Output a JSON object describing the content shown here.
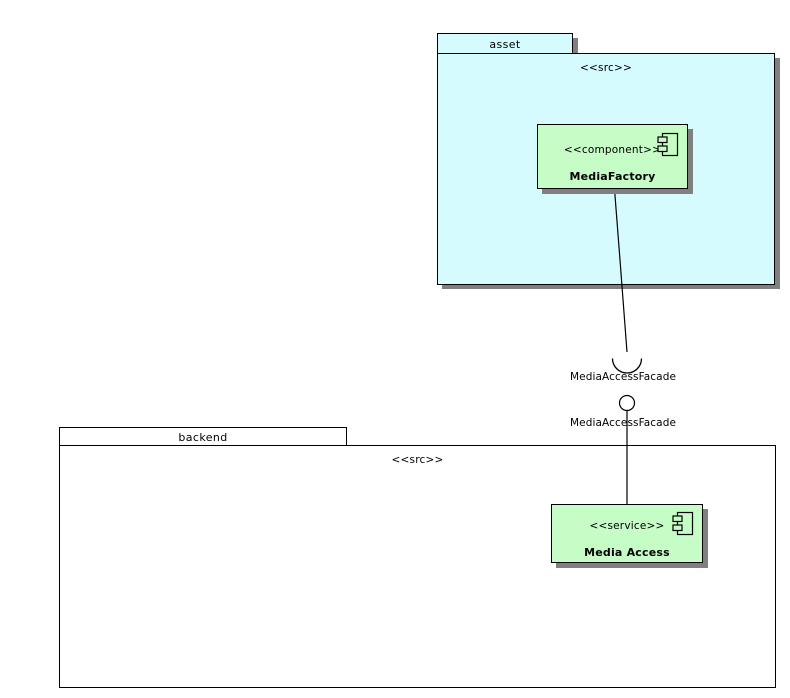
{
  "diagram": {
    "type": "uml-component-diagram",
    "background": "#ffffff",
    "packages": [
      {
        "id": "asset",
        "name": "asset",
        "stereotype": "<<src>>",
        "fill": "#d5fbff",
        "border": "#000000",
        "shadow": "#808080"
      },
      {
        "id": "backend",
        "name": "backend",
        "stereotype": "<<src>>",
        "fill": "#ffffff",
        "border": "#000000",
        "shadow": "none"
      }
    ],
    "components": [
      {
        "id": "media-factory",
        "stereotype": "<<component>>",
        "name": "MediaFactory",
        "package": "asset",
        "fill": "#c6fcc6",
        "border": "#000000",
        "icon": "uml-component-icon"
      },
      {
        "id": "media-access",
        "stereotype": "<<service>>",
        "name": "Media Access",
        "package": "backend",
        "fill": "#c6fcc6",
        "border": "#000000",
        "icon": "uml-component-icon"
      }
    ],
    "interfaces": [
      {
        "id": "required-media-access-facade",
        "kind": "required-interface-socket",
        "label": "MediaAccessFacade",
        "from": "media-factory"
      },
      {
        "id": "provided-media-access-facade",
        "kind": "provided-interface-ball",
        "label": "MediaAccessFacade",
        "from": "media-access"
      }
    ]
  }
}
